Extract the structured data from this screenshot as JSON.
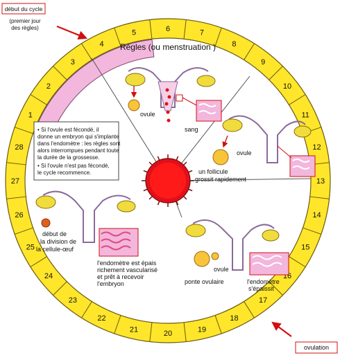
{
  "start_label": "début du cycle",
  "start_sub": [
    "(premier jour",
    "des règles)"
  ],
  "ovulation_label": "ovulation",
  "days": [
    "1",
    "2",
    "3",
    "4",
    "5",
    "6",
    "7",
    "8",
    "9",
    "10",
    "11",
    "12",
    "13",
    "14",
    "15",
    "16",
    "17",
    "18",
    "19",
    "20",
    "21",
    "22",
    "23",
    "24",
    "25",
    "26",
    "27",
    "28"
  ],
  "menstruation_label": "Règles (ou menstruation )",
  "panel_top": {
    "ovule": "ovule",
    "sang": "sang"
  },
  "panel_follicle": {
    "ovule": "ovule",
    "text": [
      "un follicule",
      "grossit rapidement"
    ]
  },
  "panel_ovulation": {
    "ovule": "ovule",
    "ponte": "ponte ovulaire",
    "endo": [
      "l'endomètre",
      "s'épaissit"
    ]
  },
  "panel_left": {
    "division": [
      "début de",
      "la division de",
      "la cellule-œuf"
    ],
    "endo": [
      "l'endomètre est épais",
      "richement vascularisé",
      "et prêt à recevoir",
      "l'embryon"
    ]
  },
  "note": {
    "lines": [
      "• Si l'ovule est fécondé, il",
      "donne un embryon qui s'implante",
      "dans l'endomètre : les règles sont",
      "alors interrompues pendant toute",
      "la durée de la grossesse.",
      "• Si l'ovule n'est pas fécondé,",
      "le cycle recommence."
    ]
  },
  "colors": {
    "ring": "#ffe62a",
    "menses": "#f3b6dd",
    "accent": "#e0101a",
    "ovary": "#f0dc3c"
  }
}
